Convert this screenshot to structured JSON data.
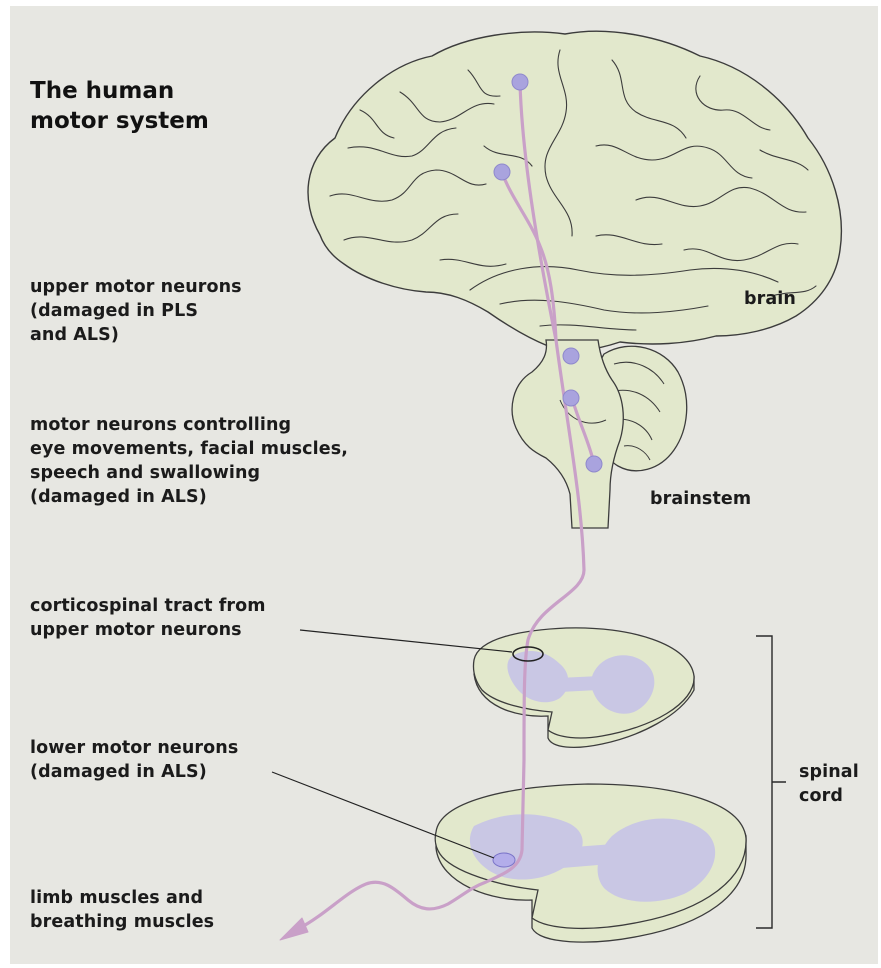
{
  "title": "The human\nmotor system",
  "labels": {
    "brain": "brain",
    "brainstem": "brainstem",
    "spinal_cord": "spinal\ncord",
    "upper_motor_neurons": "upper motor neurons\n(damaged in PLS\nand ALS)",
    "brainstem_motor_neurons": "motor neurons controlling\neye movements, facial muscles,\nspeech and swallowing\n(damaged in ALS)",
    "corticospinal_tract": "corticospinal tract from\nupper motor neurons",
    "lower_motor_neurons": "lower motor neurons\n(damaged in  ALS)",
    "limb_muscles": "limb muscles and\nbreathing muscles"
  },
  "colors": {
    "background": "#e7e7e2",
    "tissue_fill": "#e2e8cc",
    "outline": "#3c3c3c",
    "neuron_path": "#c9a0c8",
    "neuron_body": "#a9a3de",
    "grey_matter": "#c9c7e4",
    "text": "#1b1b1b"
  }
}
